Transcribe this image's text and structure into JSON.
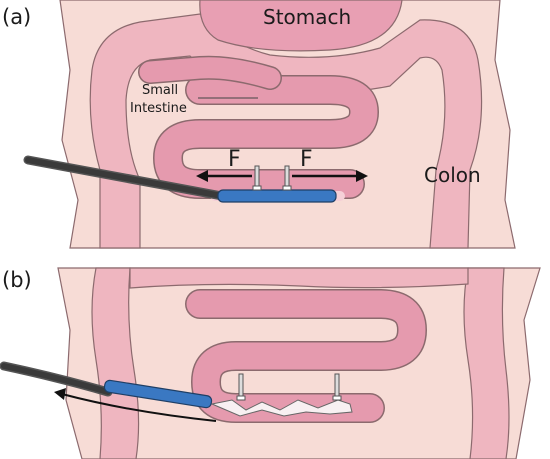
{
  "panels": [
    {
      "label": "(a)",
      "organs": {
        "stomach": "Stomach",
        "small_intestine_line1": "Small",
        "small_intestine_line2": "Intestine",
        "colon": "Colon"
      },
      "force_left": "F",
      "force_right": "F"
    },
    {
      "label": "(b)"
    }
  ],
  "colors": {
    "tissue": "#f7dcd6",
    "colon": "#efb6c0",
    "intestine": "#e59aae",
    "stomach": "#e89fb3",
    "outline": "#8c6a6e",
    "capsule": "#3a78c2",
    "tether": "#4d4d4d"
  }
}
